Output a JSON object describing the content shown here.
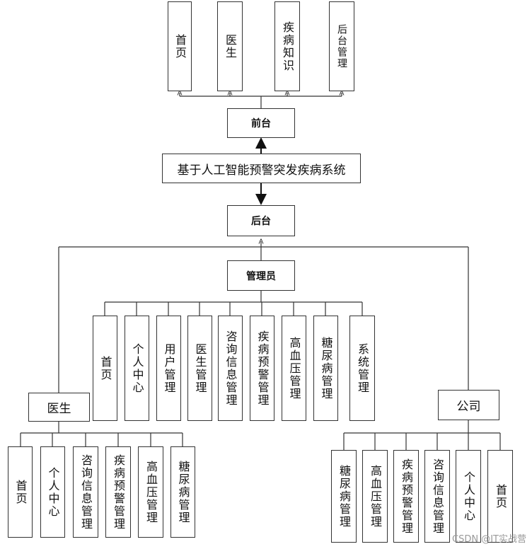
{
  "root": "基于人工智能预警突发疾病系统",
  "frontend": {
    "title": "前台",
    "items": [
      "首页",
      "医生",
      "疾病知识",
      "后台管理"
    ]
  },
  "backend": {
    "title": "后台"
  },
  "admin": {
    "title": "管理员",
    "items": [
      "首页",
      "个人中心",
      "用户管理",
      "医生管理",
      "咨询信息管理",
      "疾病预警管理",
      "高血压管理",
      "糖尿病管理",
      "系统管理"
    ]
  },
  "doctor": {
    "title": "医生",
    "items": [
      "首页",
      "个人中心",
      "咨询信息管理",
      "疾病预警管理",
      "高血压管理",
      "糖尿病管理"
    ]
  },
  "company": {
    "title": "公司",
    "items": [
      "糖尿病管理",
      "高血压管理",
      "疾病预警管理",
      "咨询信息管理",
      "个人中心",
      "首页"
    ]
  },
  "watermark": "CSDN @IT实战营"
}
